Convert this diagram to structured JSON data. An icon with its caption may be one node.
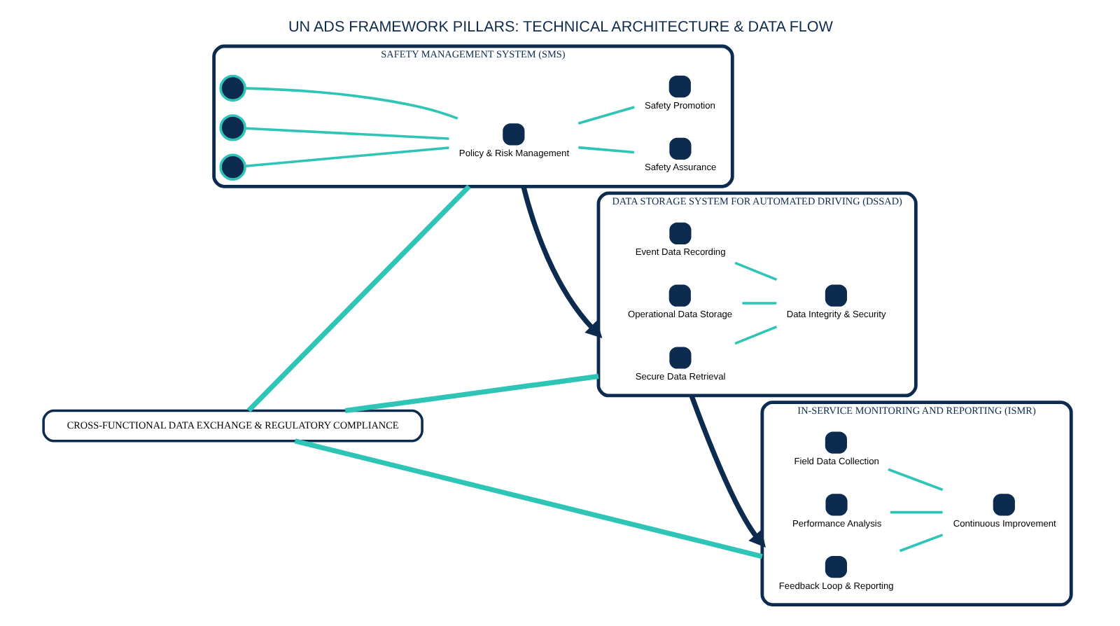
{
  "diagram": {
    "title": "UN ADS FRAMEWORK PILLARS: TECHNICAL ARCHITECTURE & DATA FLOW",
    "nodes": [
      {
        "text": [
          "SAFETY MANAGEMENT SYSTEM (SMS)"
        ]
      },
      {
        "text": [],
        "shape": "circle",
        "in": 0
      },
      {
        "text": [],
        "shape": "circle",
        "in": 0
      },
      {
        "text": [],
        "shape": "circle",
        "in": 0
      },
      {
        "text": [
          "Policy & Risk Management"
        ],
        "in": 0
      },
      {
        "text": [
          "Safety Assurance"
        ],
        "in": 0
      },
      {
        "text": [
          "Safety Promotion"
        ],
        "in": 0
      },
      {
        "text": [
          "DATA STORAGE SYSTEM FOR AUTOMATED DRIVING (DSSAD)"
        ]
      },
      {
        "text": [
          "Event Data Recording"
        ],
        "in": 7
      },
      {
        "text": [
          "Operational Data Storage"
        ],
        "in": 7
      },
      {
        "text": [
          "Secure Data Retrieval"
        ],
        "in": 7
      },
      {
        "text": [
          "Data Integrity & Security"
        ],
        "in": 7
      },
      {
        "text": [
          "IN-SERVICE MONITORING AND REPORTING (ISMR)"
        ]
      },
      {
        "text": [
          "Field Data Collection"
        ],
        "in": 12
      },
      {
        "text": [
          "Performance Analysis"
        ],
        "in": 12
      },
      {
        "text": [
          "Feedback Loop & Reporting"
        ],
        "in": 12
      },
      {
        "text": [
          "Continuous Improvement"
        ],
        "in": 12
      },
      {
        "text": [
          "CROSS-FUNCTIONAL DATA EXCHANGE & REGULATORY COMPLIANCE"
        ]
      }
    ],
    "edges": [
      {
        "from": 1,
        "to": 4,
        "arrow": "none"
      },
      {
        "from": 2,
        "to": 4,
        "arrow": "none"
      },
      {
        "from": 3,
        "to": 4,
        "arrow": "none"
      },
      {
        "from": 4,
        "to": 5,
        "arrow": "none"
      },
      {
        "from": 4,
        "to": 6,
        "arrow": "none"
      },
      {
        "from": 0,
        "to": 7,
        "arrow": "to",
        "style": "thick",
        "color": "#0d2b4e"
      },
      {
        "from": 8,
        "to": 11,
        "arrow": "none"
      },
      {
        "from": 9,
        "to": 11,
        "arrow": "none"
      },
      {
        "from": 10,
        "to": 11,
        "arrow": "none"
      },
      {
        "from": 7,
        "to": 12,
        "arrow": "to",
        "style": "thick",
        "color": "#0d2b4e"
      },
      {
        "from": 13,
        "to": 16,
        "arrow": "none"
      },
      {
        "from": 14,
        "to": 16,
        "arrow": "none"
      },
      {
        "from": 15,
        "to": 16,
        "arrow": "none"
      },
      {
        "from": 0,
        "to": 17,
        "arrow": "none",
        "style": "thick"
      },
      {
        "from": 7,
        "to": 17,
        "arrow": "none",
        "style": "thick"
      },
      {
        "from": 12,
        "to": 17,
        "arrow": "none",
        "style": "thick"
      }
    ]
  }
}
